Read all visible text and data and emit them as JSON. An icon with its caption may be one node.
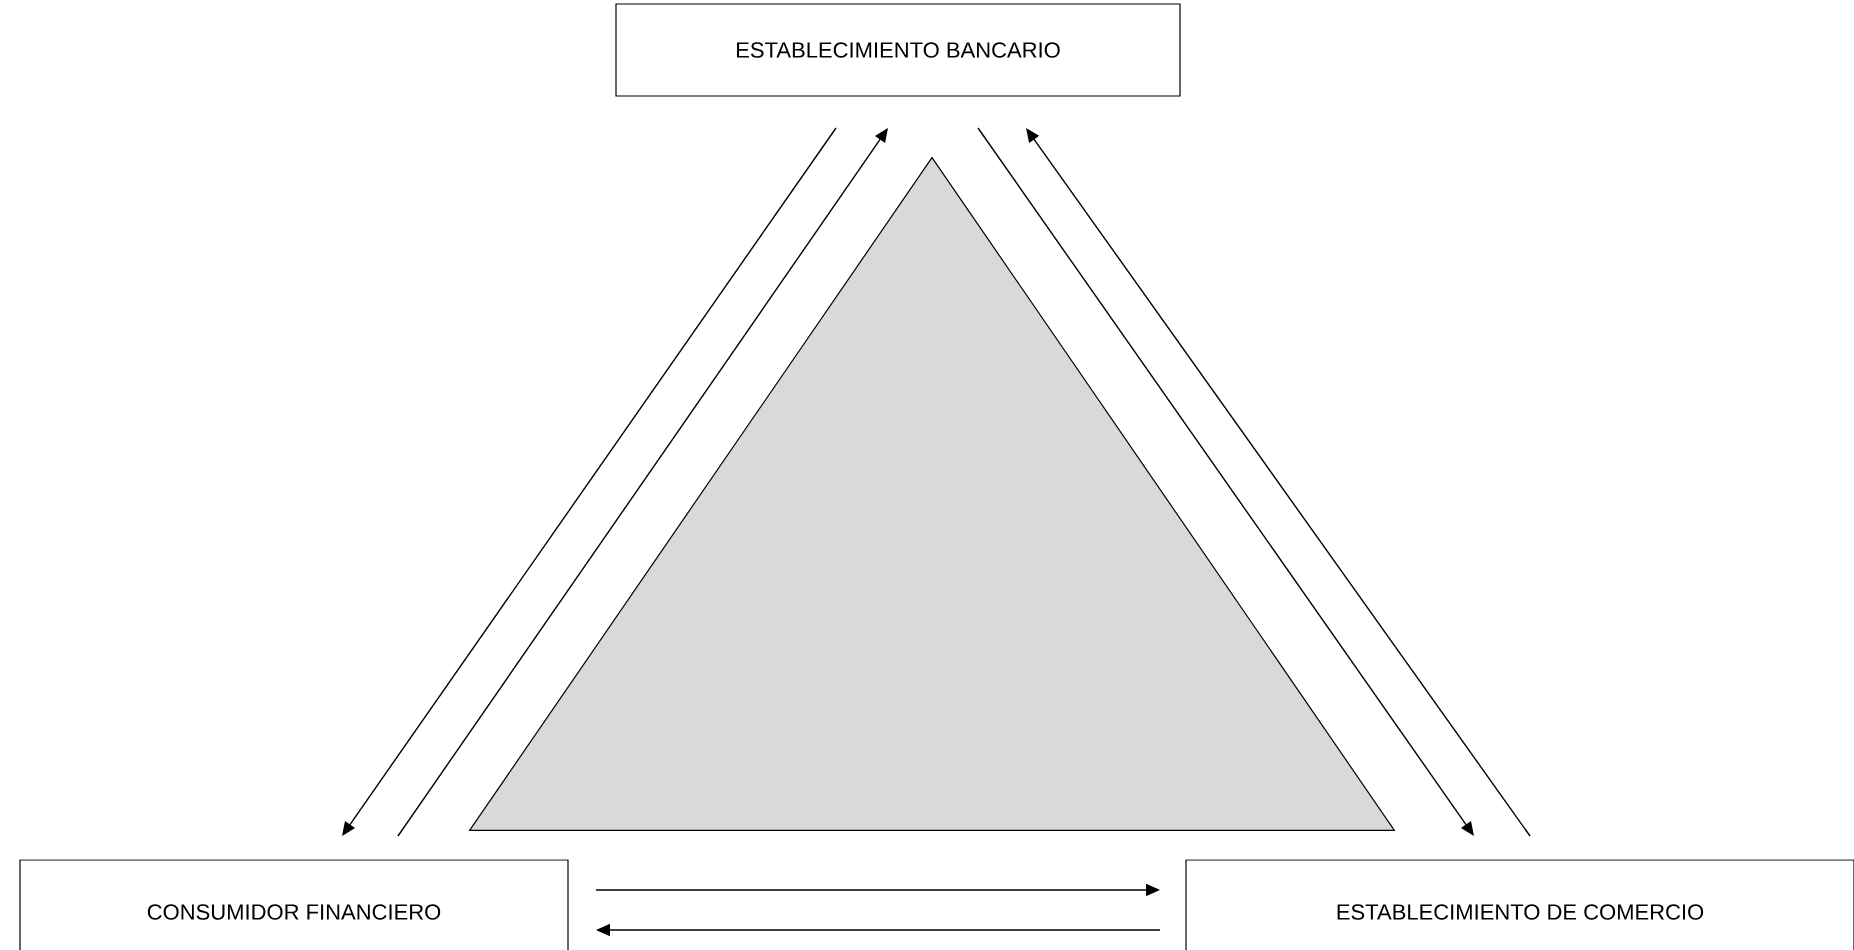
{
  "diagram": {
    "nodes": [
      {
        "text": [
          "ESTABLECIMIENTO BANCARIO"
        ]
      },
      {
        "text": [
          "CONSUMIDOR FINANCIERO"
        ]
      },
      {
        "text": [
          "ESTABLECIMIENTO DE COMERCIO"
        ]
      },
      {
        "text": [],
        "shape": "triangle"
      }
    ],
    "edges": [
      {
        "from": 0,
        "to": 1,
        "arrow": "to"
      },
      {
        "from": 1,
        "to": 0,
        "arrow": "to"
      },
      {
        "from": 0,
        "to": 2,
        "arrow": "to"
      },
      {
        "from": 2,
        "to": 0,
        "arrow": "to"
      },
      {
        "from": 1,
        "to": 2,
        "arrow": "to"
      },
      {
        "from": 2,
        "to": 1,
        "arrow": "to"
      }
    ]
  }
}
